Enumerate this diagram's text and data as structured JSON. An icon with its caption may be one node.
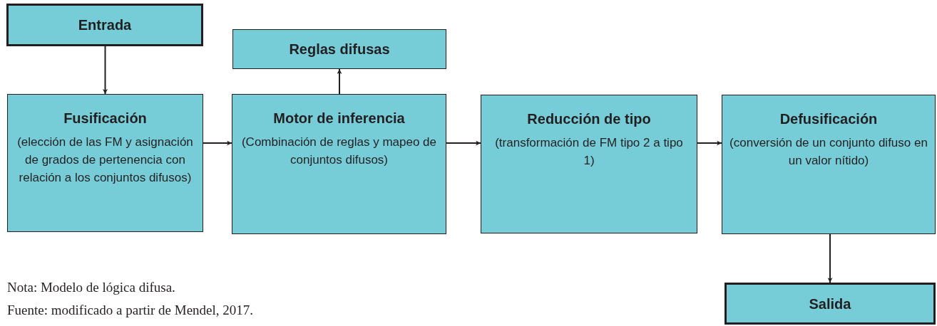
{
  "diagram": {
    "nodes": [
      {
        "text": [
          "Entrada"
        ]
      },
      {
        "text": [
          "Reglas difusas"
        ]
      },
      {
        "text": [
          "Fusificación",
          "(elección de las FM y asignación de grados de pertenencia con relación a los conjuntos difusos)"
        ]
      },
      {
        "text": [
          "Motor de inferencia",
          "(Combinación de reglas y mapeo de conjuntos difusos)"
        ]
      },
      {
        "text": [
          "Reducción de tipo",
          "(transformación de FM tipo 2 a tipo 1)"
        ]
      },
      {
        "text": [
          "Defusificación",
          "(conversión de un conjunto difuso en un valor nítido)"
        ]
      },
      {
        "text": [
          "Salida"
        ]
      }
    ],
    "edges": [
      {
        "from": 0,
        "to": 2,
        "arrow": "to"
      },
      {
        "from": 2,
        "to": 3,
        "arrow": "to"
      },
      {
        "from": 3,
        "to": 1,
        "arrow": "to"
      },
      {
        "from": 3,
        "to": 4,
        "arrow": "to"
      },
      {
        "from": 4,
        "to": 5,
        "arrow": "to"
      },
      {
        "from": 5,
        "to": 6,
        "arrow": "to"
      }
    ],
    "labels": [
      "Nota: Modelo de lógica difusa.",
      "Fuente:  modificado a partir de Mendel, 2017."
    ]
  }
}
